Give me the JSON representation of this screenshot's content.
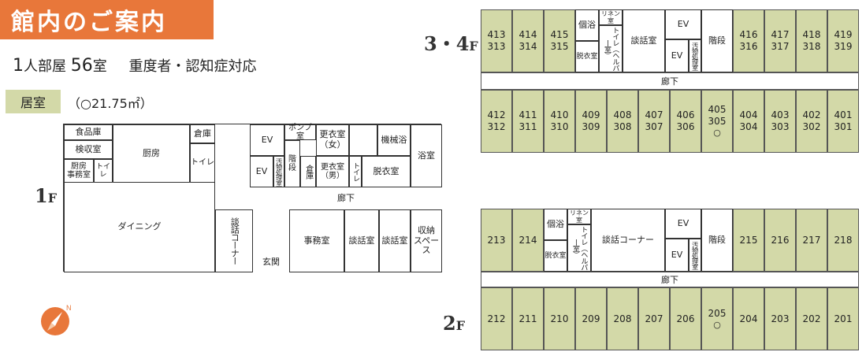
{
  "header": {
    "title": "館内のご案内"
  },
  "summary": {
    "room_count_prefix": "1",
    "room_count_label": "人部屋",
    "room_count_value": "56",
    "room_count_unit": "室",
    "care_text": "重度者・認知症対応"
  },
  "legend": {
    "label": "居室",
    "area": "（○21.75㎡）"
  },
  "floors": {
    "f1": {
      "num": "1",
      "unit": "F",
      "rooms": {
        "food_storage": "食品庫",
        "inspection": "検収室",
        "kitchen": "厨房",
        "kitchen_office": "厨房\n事務室",
        "toilet": "トイレ",
        "storage": "倉庫",
        "dining": "ダイニング",
        "talk_corner": "談話コーナー",
        "ev_top": "EV",
        "ev_bottom": "EV",
        "pump_room": "ポンプ室",
        "dirty_disposal": "汚物処理室",
        "stairs": "階段",
        "storage2": "倉庫",
        "change_female": "更衣室\n（女）",
        "change_male": "更衣室\n（男）",
        "toilet2": "トイレ",
        "machine_bath": "機械浴",
        "undressing": "脱衣室",
        "bathroom": "浴室",
        "corridor": "廊下",
        "office": "事務室",
        "lounge1": "談話室",
        "lounge2": "談話室",
        "storage_space": "収納\nスペース",
        "entrance": "玄関"
      }
    },
    "f34": {
      "label": "3・4",
      "unit": "F",
      "top_rooms": [
        {
          "upper": "413",
          "lower": "313"
        },
        {
          "upper": "414",
          "lower": "314"
        },
        {
          "upper": "415",
          "lower": "315"
        },
        {
          "upper": "416",
          "lower": "316"
        },
        {
          "upper": "417",
          "lower": "317"
        },
        {
          "upper": "418",
          "lower": "318"
        },
        {
          "upper": "419",
          "lower": "319"
        }
      ],
      "bottom_rooms": [
        {
          "upper": "412",
          "lower": "312",
          "mark": ""
        },
        {
          "upper": "411",
          "lower": "311",
          "mark": ""
        },
        {
          "upper": "410",
          "lower": "310",
          "mark": ""
        },
        {
          "upper": "409",
          "lower": "309",
          "mark": ""
        },
        {
          "upper": "408",
          "lower": "308",
          "mark": ""
        },
        {
          "upper": "407",
          "lower": "307",
          "mark": ""
        },
        {
          "upper": "406",
          "lower": "306",
          "mark": ""
        },
        {
          "upper": "405",
          "lower": "305",
          "mark": "○"
        },
        {
          "upper": "404",
          "lower": "304",
          "mark": ""
        },
        {
          "upper": "403",
          "lower": "303",
          "mark": ""
        },
        {
          "upper": "402",
          "lower": "302",
          "mark": ""
        },
        {
          "upper": "401",
          "lower": "301",
          "mark": ""
        }
      ],
      "service": {
        "private_bath": "個浴",
        "linen": "リネン室",
        "undress": "脱衣室",
        "toilet_helper": "トイレ（ヘルパー室）",
        "lounge": "談話室",
        "ev_top": "EV",
        "ev_bottom": "EV",
        "dirty": "汚物処理室",
        "stairs": "階段"
      },
      "corridor": "廊下"
    },
    "f2": {
      "label": "2",
      "unit": "F",
      "top_rooms": [
        {
          "num": "213"
        },
        {
          "num": "214"
        },
        {
          "num": "215"
        },
        {
          "num": "216"
        },
        {
          "num": "217"
        },
        {
          "num": "218"
        }
      ],
      "bottom_rooms": [
        {
          "num": "212",
          "mark": ""
        },
        {
          "num": "211",
          "mark": ""
        },
        {
          "num": "210",
          "mark": ""
        },
        {
          "num": "209",
          "mark": ""
        },
        {
          "num": "208",
          "mark": ""
        },
        {
          "num": "207",
          "mark": ""
        },
        {
          "num": "206",
          "mark": ""
        },
        {
          "num": "205",
          "mark": "○"
        },
        {
          "num": "204",
          "mark": ""
        },
        {
          "num": "203",
          "mark": ""
        },
        {
          "num": "202",
          "mark": ""
        },
        {
          "num": "201",
          "mark": ""
        }
      ],
      "service": {
        "private_bath": "個浴",
        "linen": "リネン室",
        "undress": "脱衣室",
        "toilet_helper": "トイレ（ヘルパー室）",
        "lounge": "談話コーナー",
        "ev_top": "EV",
        "ev_bottom": "EV",
        "dirty": "汚物処理室",
        "stairs": "階段"
      },
      "corridor": "廊下"
    }
  },
  "compass": {
    "north_label": "N"
  },
  "colors": {
    "accent": "#e8773a",
    "room_fill": "#d3d9a8"
  }
}
